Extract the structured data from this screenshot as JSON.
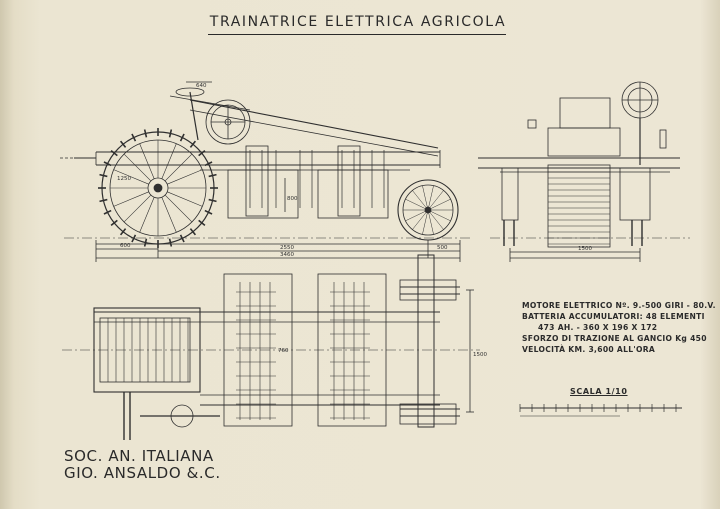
{
  "title": "TRAINATRICE ELETTRICA AGRICOLA",
  "specs": {
    "line1": "MOTORE ELETTRICO Nº. 9.-500 GIRI - 80.V.",
    "line2": "BATTERIA ACCUMULATORI: 48 ELEMENTI",
    "line3": "473 AH.  -  360 X 196 X 172",
    "line4": "SFORZO DI TRAZIONE AL GANCIO Kg 450",
    "line5": "VELOCITÀ KM. 3,600 ALL'ORA"
  },
  "company": {
    "line1": "SOC. AN. ITALIANA",
    "line2": "GIO. ANSALDO &.C."
  },
  "scale": {
    "label": "SCALA 1/10"
  },
  "dimensions": {
    "d600": "600",
    "d2550": "2550",
    "d3460": "3460",
    "d500": "500",
    "d1500": "1500",
    "d1500_side": "1500",
    "d640": "640",
    "d1250": "1250",
    "d760": "760",
    "d800": "800"
  },
  "colors": {
    "paper": "#ece6d4",
    "ink": "#2a2a2a"
  }
}
